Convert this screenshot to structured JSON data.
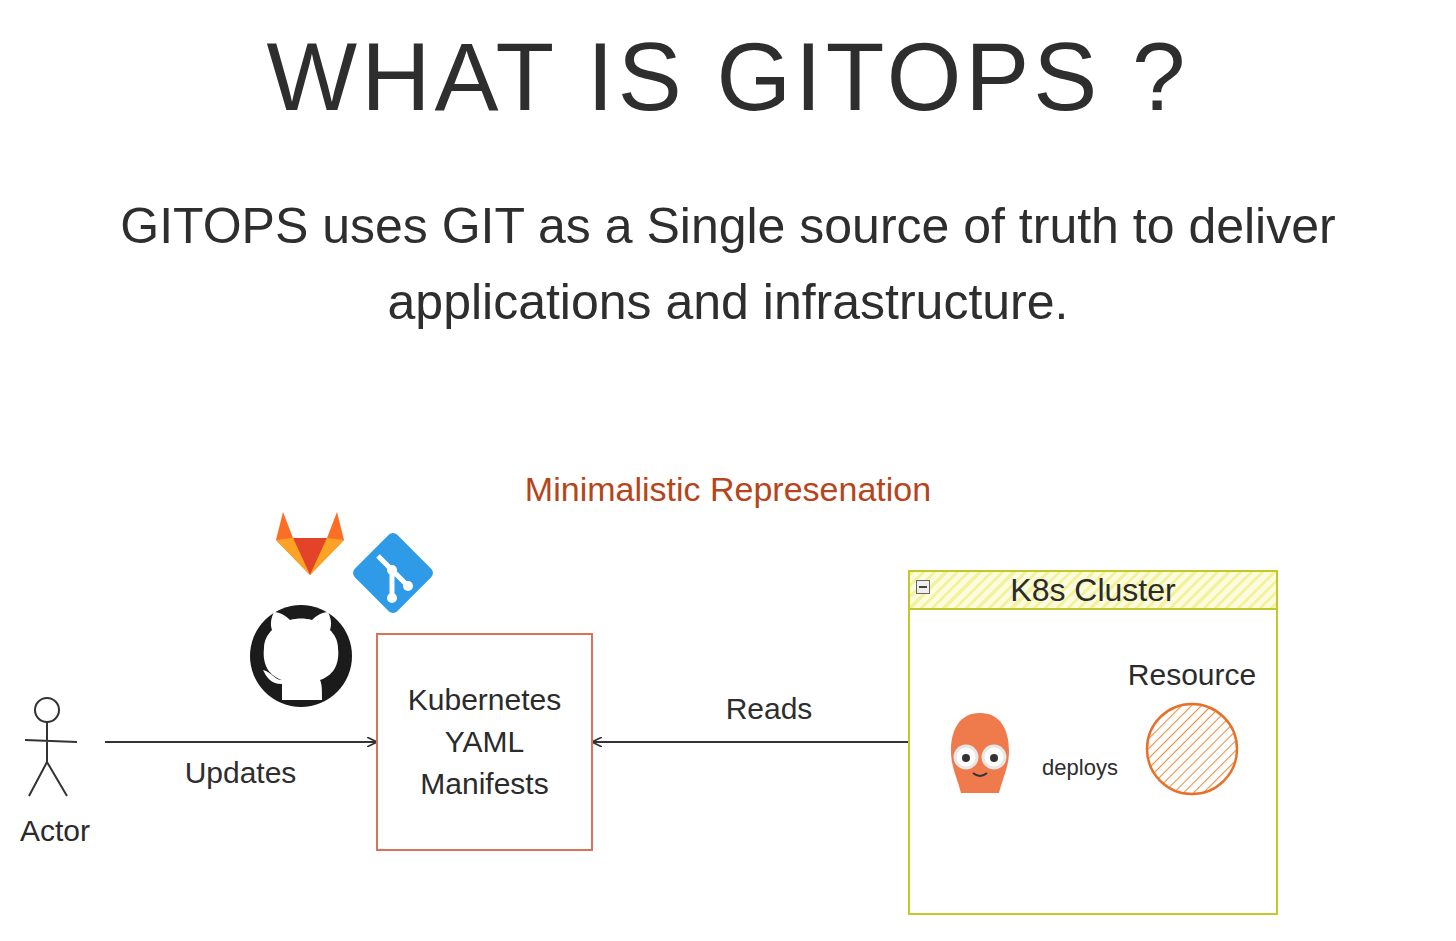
{
  "diagram": {
    "title": "WHAT IS GITOPS ?",
    "nodes": [
      {
        "text": [
          "Actor"
        ]
      },
      {
        "text": [
          "Kubernetes YAML Manifests"
        ]
      },
      {
        "text": [
          "K8s Cluster"
        ]
      },
      {
        "text": [],
        "in": 2
      },
      {
        "text": [
          "Resource"
        ],
        "in": 2
      }
    ],
    "edges": [
      {
        "from": 0,
        "to": 1,
        "label": "Updates",
        "arrow": "to"
      },
      {
        "from": 3,
        "to": 1,
        "label": "Reads",
        "arrow": "to"
      },
      {
        "from": 3,
        "to": 4,
        "label": "deploys",
        "arrow": "to"
      }
    ],
    "labels": [
      "GITOPS uses GIT as a Single source of truth to deliver applications and infrastructure.",
      "Minimalistic Represenation"
    ]
  }
}
